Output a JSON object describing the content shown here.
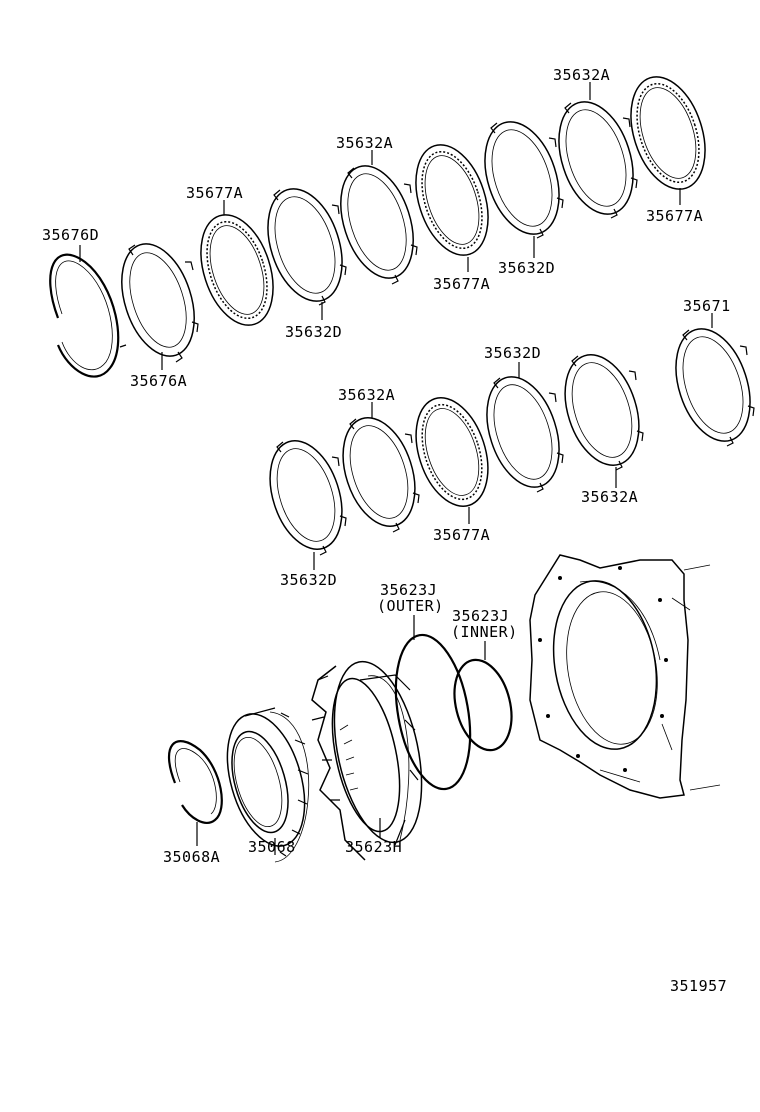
{
  "diagram_id": "351957",
  "labels": {
    "l35676D": "35676D",
    "l35676A": "35676A",
    "l35677A_1": "35677A",
    "l35632D_1": "35632D",
    "l35632A_1": "35632A",
    "l35677A_2": "35677A",
    "l35632D_2": "35632D",
    "l35632A_2": "35632A",
    "l35677A_3": "35677A",
    "l35671": "35671",
    "l35632D_3": "35632D",
    "l35632A_3": "35632A",
    "l35632A_4": "35632A",
    "l35677A_4": "35677A",
    "l35632D_4": "35632D",
    "l35623J_outer": "35623J",
    "l35623J_outer_note": "(OUTER)",
    "l35623J_inner": "35623J",
    "l35623J_inner_note": "(INNER)",
    "l35068A": "35068A",
    "l35068": "35068",
    "l35623H": "35623H"
  }
}
